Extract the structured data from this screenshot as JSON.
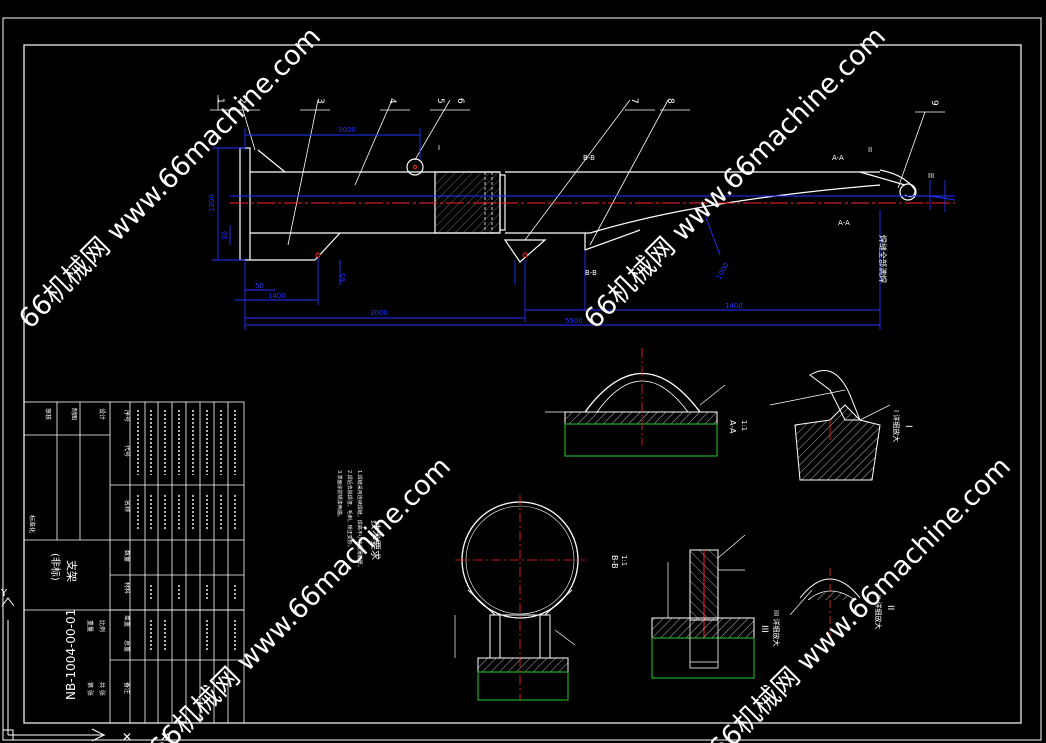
{
  "drawing": {
    "number": "NB-1004-00-01",
    "title": "支架",
    "subtitle": "(非标)",
    "view_labels": {
      "section_aa": "A-A",
      "section_bb": "B-B",
      "detail_1": "I",
      "detail_2": "II",
      "detail_3": "III",
      "ratio_aa": "1:1",
      "ratio_bb": "1:1",
      "ratio_detail_1": "I 详细放大",
      "ratio_detail_2": "II 详细放大",
      "ratio_detail_3": "III 详细放大"
    },
    "balloons": [
      "1",
      "2",
      "3",
      "4",
      "5",
      "6",
      "7",
      "8",
      "9"
    ],
    "dimensions": {
      "top": "3000",
      "left_small": "50",
      "left_mid": "1400",
      "mid": "3000",
      "right": "1400",
      "total": "5500",
      "height": "1200",
      "thick": "30",
      "d1": "65",
      "d2": "1000"
    },
    "notes_title": "技术要求",
    "notes": [
      "1.焊缝采用连续焊缝，焊高不小于最薄板厚。",
      "2.焊后去除焊渣、毛刺，矫正变形。",
      "3.表面涂防锈漆两遍。"
    ],
    "vertical_label": "焊缝全部满焊",
    "title_block": {
      "labels": [
        "设计",
        "制图",
        "审核",
        "标准化",
        "比例",
        "重量",
        "共 张",
        "第 张"
      ],
      "bom_header": [
        "序号",
        "代号",
        "名称",
        "数量",
        "材料",
        "单重",
        "总重",
        "备注"
      ]
    }
  },
  "watermark": {
    "text": "66机械网 www.66machine.com"
  },
  "colors": {
    "background": "#000000",
    "outline": "#ffffff",
    "dimension": "#2233ff",
    "centerline": "#ff2222",
    "hatch": "#ffffff",
    "ground": "#22aa22",
    "leader": "#ffffff"
  }
}
